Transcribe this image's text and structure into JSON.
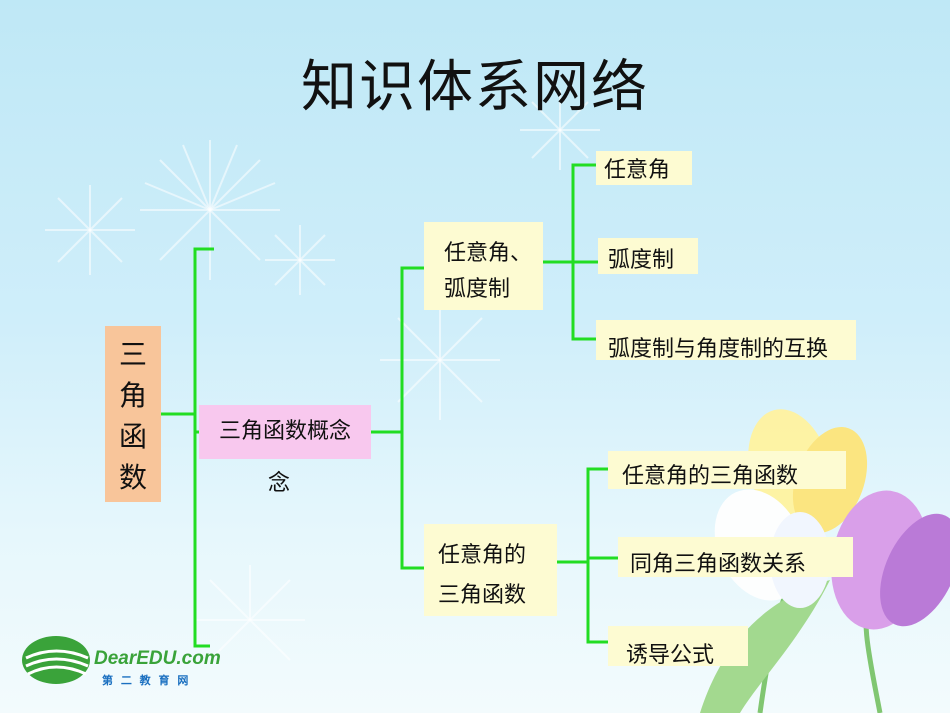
{
  "title": "知识体系网络",
  "root": {
    "chars": [
      "三",
      "角",
      "函",
      "数"
    ]
  },
  "level1": {
    "label": "三角函数概念",
    "overflow": "念"
  },
  "level2": [
    {
      "line1": "任意角、",
      "line2": "弧度制"
    },
    {
      "line1": "任意角的",
      "line2": "三角函数"
    }
  ],
  "leaves_a": [
    "任意角",
    "弧度制",
    "弧度制与角度制的互换"
  ],
  "leaves_b": [
    "任意角的三角函数",
    "同角三角函数关系",
    "诱导公式"
  ],
  "logo": {
    "text": "DearEDU.com",
    "subtitle": "第 二 教 育 网"
  },
  "colors": {
    "connector": "#22dd22",
    "root_fill": "#f8c59a",
    "concept_fill": "#f8c8ee",
    "leaf_fill": "#fdfbd2"
  }
}
